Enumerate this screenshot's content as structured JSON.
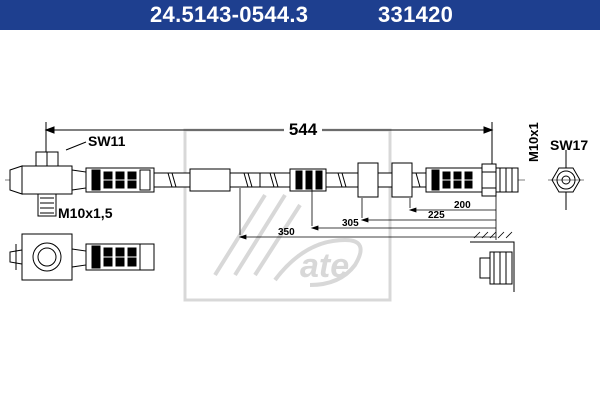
{
  "header": {
    "part_number": "24.5143-0544.3",
    "code": "331420"
  },
  "labels": {
    "overall_length": "544",
    "wrench_left": "SW11",
    "thread_left": "M10x1,5",
    "thread_right": "M10x1",
    "wrench_right": "SW17"
  },
  "dimensions": {
    "d200": "200",
    "d225": "225",
    "d305": "305",
    "d350": "350"
  },
  "colors": {
    "banner": "#1e3f8f",
    "line": "#000000",
    "watermark": "#d8d8d8"
  },
  "logo": {
    "text": "ate"
  }
}
